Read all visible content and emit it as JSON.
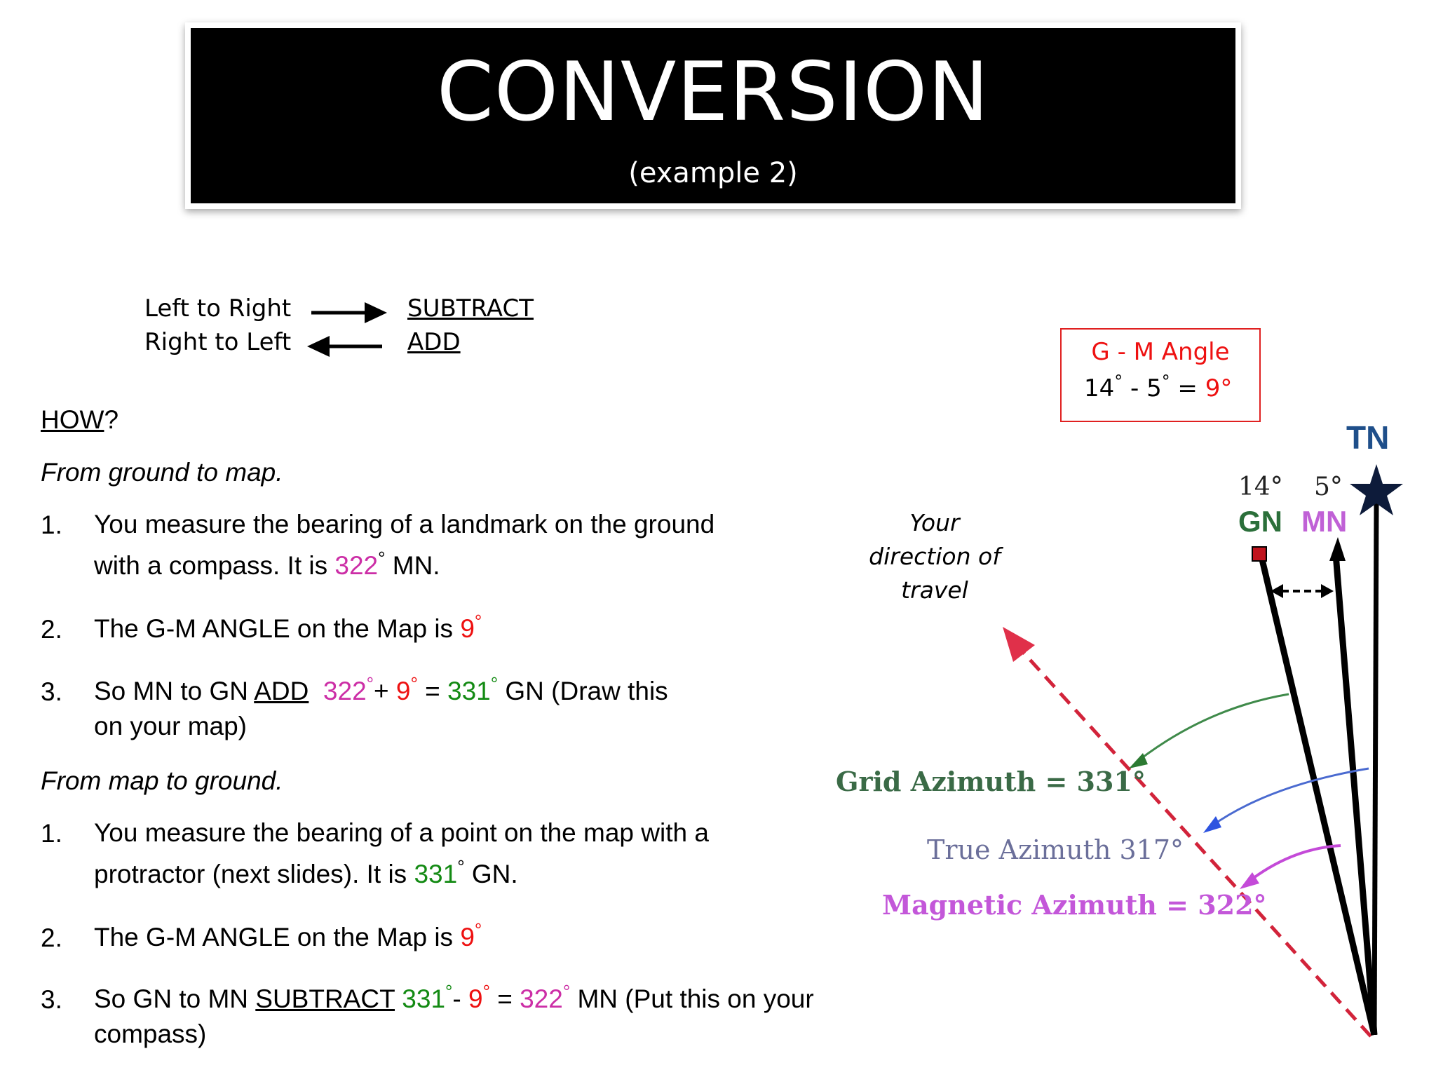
{
  "title": {
    "main": "CONVERSION",
    "sub": "(example 2)"
  },
  "rules": {
    "left_to_right": "Left to Right",
    "right_to_left": "Right to Left",
    "subtract": "SUBTRACT",
    "add": "ADD"
  },
  "gm_box": {
    "title": "G - M Angle",
    "a": "14",
    "b": "5",
    "result": "9°",
    "deg": "°",
    "minus": " - ",
    "equals": " = "
  },
  "how": {
    "label": "HOW",
    "q": "?"
  },
  "ground_to_map": {
    "heading_pre": "From ",
    "heading_w1": "ground",
    "heading_mid": " to ",
    "heading_w2": "map",
    "heading_end": ".",
    "s1_num": "1.",
    "s1_line1": "You measure the bearing of a landmark on the ground",
    "s1_line2_pre": "with a compass.  It is ",
    "s1_val": "322",
    "s1_post": " MN.",
    "s2_num": "2.",
    "s2_pre": "The G-M ANGLE on the Map is ",
    "s2_val": "9",
    "s3_num": "3.",
    "s3_pre": "So MN to GN ",
    "s3_op": "ADD",
    "s3_a": "322",
    "s3_plus": "+ ",
    "s3_b": "9",
    "s3_eq": " = ",
    "s3_res": "331",
    "s3_post": " GN (Draw this",
    "s3_line2": "on your map)"
  },
  "map_to_ground": {
    "heading_pre": "From ",
    "heading_w1": "map",
    "heading_mid": " to ",
    "heading_w2": "ground",
    "heading_end": ".",
    "s1_num": "1.",
    "s1_line1": "You measure the bearing of a point on the map with a",
    "s1_line2_pre": "protractor (next slides).  It is ",
    "s1_val": "331",
    "s1_post": " GN.",
    "s2_num": "2.",
    "s2_pre": "The G-M ANGLE on the Map is ",
    "s2_val": "9",
    "s3_num": "3.",
    "s3_pre": "So GN to MN ",
    "s3_op": "SUBTRACT",
    "s3_a": "331",
    "s3_minus": "- ",
    "s3_b": "9",
    "s3_eq": " = ",
    "s3_res": "322",
    "s3_post": " MN (Put this on your",
    "s3_line2": "compass)"
  },
  "deg": "°",
  "diagram": {
    "travel_1": "Your",
    "travel_2": "direction of",
    "travel_3": "travel",
    "tn": "TN",
    "gn": "GN",
    "mn": "MN",
    "gn_angle": "14°",
    "mn_angle": "5°",
    "grid_az": "Grid Azimuth = 331°",
    "true_az": "True Azimuth 317°",
    "mag_az": "Magnetic Azimuth = 322°"
  },
  "colors": {
    "red": "#ee1111",
    "magenta": "#cc2ea6",
    "green": "#138a13",
    "grid_text": "#3a6a46",
    "true_text": "#6b6f9a",
    "mag_text": "#c357d9",
    "tn_blue": "#1f4f8a"
  }
}
